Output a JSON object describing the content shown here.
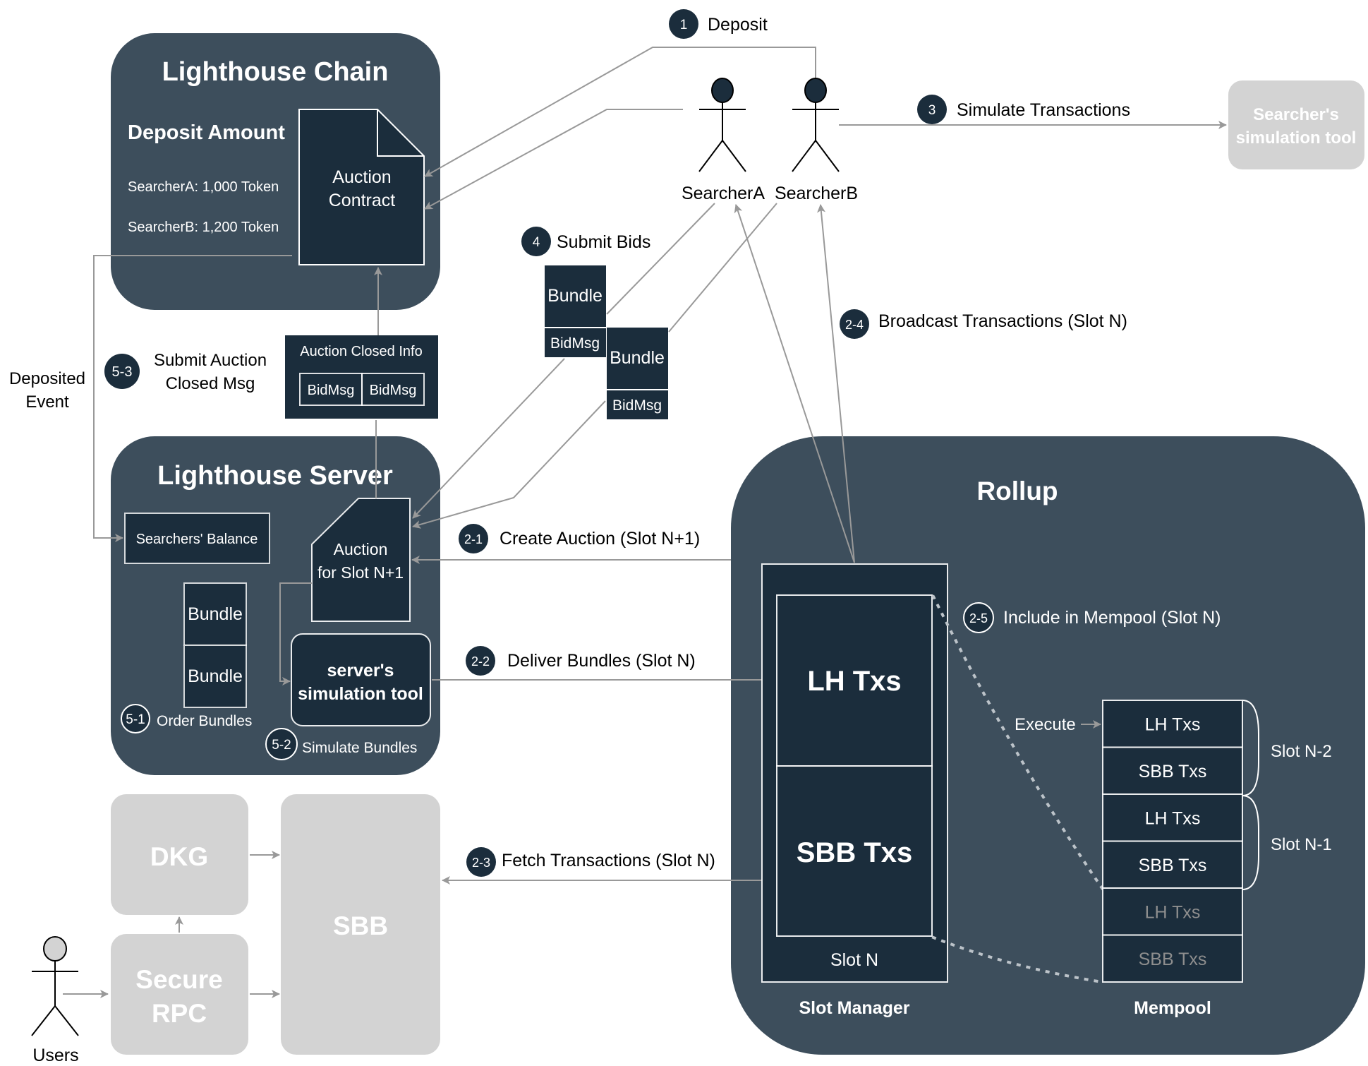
{
  "colors": {
    "container": "#3d4e5c",
    "node": "#1b2d3c",
    "inactive": "#d3d3d3",
    "arrow": "#999999",
    "text_dark": "#000000",
    "text_light": "#ffffff",
    "muted_text": "#8e8e8e"
  },
  "lighthouse_chain": {
    "title": "Lighthouse Chain",
    "deposit_heading": "Deposit Amount",
    "balances": [
      "SearcherA: 1,000 Token",
      "SearcherB: 1,200 Token"
    ],
    "contract_line1": "Auction",
    "contract_line2": "Contract"
  },
  "lighthouse_server": {
    "title": "Lighthouse Server",
    "balance_box": "Searchers' Balance",
    "auction_line1": "Auction",
    "auction_line2": "for Slot N+1",
    "bundles": [
      "Bundle",
      "Bundle"
    ],
    "sim_line1": "server's",
    "sim_line2": "simulation tool",
    "step_5_1": {
      "badge": "5-1",
      "label": "Order Bundles"
    },
    "step_5_2": {
      "badge": "5-2",
      "label": "Simulate Bundles"
    }
  },
  "auction_closed": {
    "title": "Auction Closed Info",
    "bidmsgs": [
      "BidMsg",
      "BidMsg"
    ]
  },
  "step_5_3": {
    "badge": "5-3",
    "line1": "Submit Auction",
    "line2": "Closed Msg"
  },
  "deposited_event": {
    "line1": "Deposited",
    "line2": "Event"
  },
  "searchers": {
    "a": "SearcherA",
    "b": "SearcherB"
  },
  "step_1": {
    "badge": "1",
    "label": "Deposit"
  },
  "step_3": {
    "badge": "3",
    "label": "Simulate Transactions"
  },
  "step_4": {
    "badge": "4",
    "label": "Submit Bids"
  },
  "bids": [
    {
      "bundle": "Bundle",
      "bidmsg": "BidMsg"
    },
    {
      "bundle": "Bundle",
      "bidmsg": "BidMsg"
    }
  ],
  "searcher_sim_tool": {
    "line1": "Searcher's",
    "line2": "simulation tool"
  },
  "step_2_1": {
    "badge": "2-1",
    "label": "Create Auction (Slot N+1)"
  },
  "step_2_2": {
    "badge": "2-2",
    "label": "Deliver Bundles (Slot N)"
  },
  "step_2_3": {
    "badge": "2-3",
    "label": "Fetch Transactions (Slot N)"
  },
  "step_2_4": {
    "badge": "2-4",
    "label": "Broadcast Transactions (Slot N)"
  },
  "step_2_5": {
    "badge": "2-5",
    "label": "Include in Mempool (Slot N)"
  },
  "rollup": {
    "title": "Rollup",
    "slot_manager": {
      "label": "Slot Manager",
      "lh": "LH Txs",
      "sbb": "SBB Txs",
      "slot": "Slot N"
    },
    "execute": "Execute",
    "mempool": {
      "label": "Mempool",
      "rows": [
        {
          "text": "LH Txs",
          "muted": false
        },
        {
          "text": "SBB Txs",
          "muted": false
        },
        {
          "text": "LH Txs",
          "muted": false
        },
        {
          "text": "SBB Txs",
          "muted": false
        },
        {
          "text": "LH Txs",
          "muted": true
        },
        {
          "text": "SBB Txs",
          "muted": true
        }
      ],
      "groups": [
        "Slot N-2",
        "Slot N-1"
      ]
    }
  },
  "external": {
    "dkg": "DKG",
    "secure_rpc_line1": "Secure",
    "secure_rpc_line2": "RPC",
    "sbb": "SBB",
    "users": "Users"
  }
}
